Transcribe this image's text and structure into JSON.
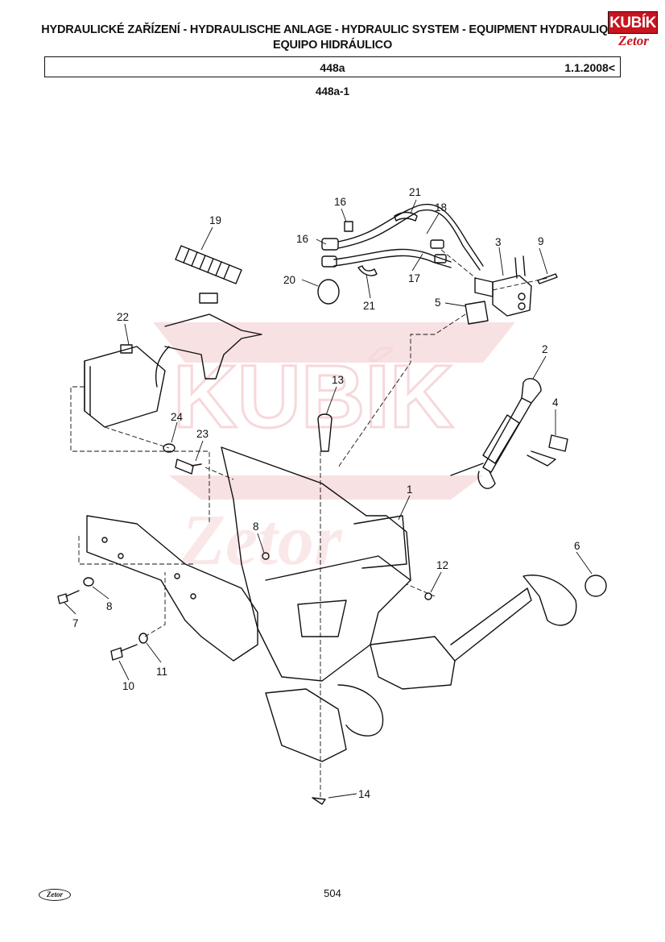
{
  "header": {
    "title_line1": "HYDRAULICKÉ ZAŘÍZENÍ - HYDRAULISCHE ANLAGE - HYDRAULIC SYSTEM - EQUIPMENT HYDRAULIQUE",
    "title_line2": "EQUIPO HIDRÁULICO",
    "group_code": "448a",
    "valid_from": "1.1.2008<",
    "figure_code": "448a-1"
  },
  "logo": {
    "top_text": "KUBÍK",
    "bottom_text": "Zetor"
  },
  "callouts": [
    "1",
    "2",
    "3",
    "4",
    "5",
    "6",
    "7",
    "8",
    "8",
    "9",
    "10",
    "11",
    "12",
    "13",
    "14",
    "16",
    "16",
    "17",
    "18",
    "19",
    "20",
    "21",
    "21",
    "22",
    "23",
    "24"
  ],
  "footer": {
    "page_number": "504",
    "brand": "Zetor"
  },
  "colors": {
    "brand_red": "#c8141e",
    "ink": "#111111",
    "watermark": "#f3c9cc"
  }
}
